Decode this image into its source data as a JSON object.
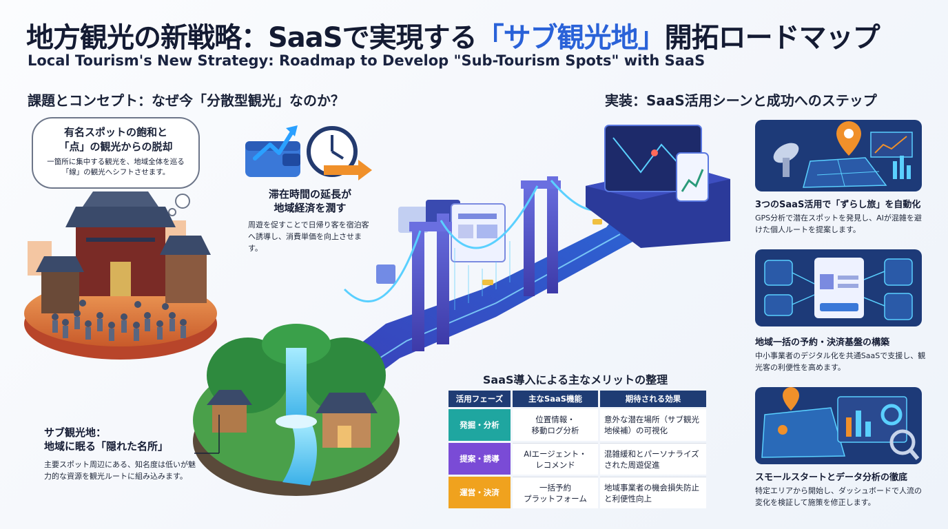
{
  "header": {
    "title_main": "地方観光の新戦略：SaaSで実現する",
    "title_accent": "「サブ観光地」",
    "title_tail": "開拓ロードマップ",
    "subtitle": "Local Tourism's New Strategy: Roadmap to Develop \"Sub-Tourism Spots\" with SaaS"
  },
  "left_section": {
    "heading": "課題とコンセプト：なぜ今「分散型観光」なのか？",
    "bubble": {
      "title_line1": "有名スポットの飽和と",
      "title_line2": "「点」の観光からの脱却",
      "body": "一箇所に集中する観光を、地域全体を巡る「線」の観光へシフトさせます。"
    },
    "stay": {
      "title_line1": "滞在時間の延長が",
      "title_line2": "地域経済を潤す",
      "body": "周遊を促すことで日帰り客を宿泊客へ誘導し、消費単価を向上させます。"
    },
    "sub": {
      "title_line1": "サブ観光地：",
      "title_line2": "地域に眠る「隠れた名所」",
      "body": "主要スポット周辺にある、知名度は低いが魅力的な資源を観光ルートに組み込みます。"
    }
  },
  "right_section": {
    "heading": "実装：SaaS活用シーンと成功へのステップ",
    "cards": [
      {
        "title": "3つのSaaS活用で「ずらし旅」を自動化",
        "body": "GPS分析で潜在スポットを発見し、AIが混雑を避けた個人ルートを提案します。"
      },
      {
        "title": "地域一括の予約・決済基盤の構築",
        "body": "中小事業者のデジタル化を共通SaaSで支援し、観光客の利便性を高めます。"
      },
      {
        "title": "スモールスタートとデータ分析の徹底",
        "body": "特定エリアから開始し、ダッシュボードで人流の変化を検証して施策を修正します。"
      }
    ]
  },
  "merit_table": {
    "title": "SaaS導入による主なメリットの整理",
    "headers": [
      "活用フェーズ",
      "主なSaaS機能",
      "期待される効果"
    ],
    "rows": [
      {
        "phase": "発掘・分析",
        "func_l1": "位置情報・",
        "func_l2": "移動ログ分析",
        "effect": "意外な潜在場所（サブ観光地候補）の可視化",
        "color": "#1fa6a0"
      },
      {
        "phase": "提案・誘導",
        "func_l1": "AIエージェント・",
        "func_l2": "レコメンド",
        "effect": "混雑緩和とパーソナライズされた周遊促進",
        "color": "#7a4bd6"
      },
      {
        "phase": "運営・決済",
        "func_l1": "一括予約",
        "func_l2": "プラットフォーム",
        "effect": "地域事業者の機会損失防止と利便性向上",
        "color": "#f0a21e"
      }
    ]
  },
  "colors": {
    "accent": "#2a62d8",
    "navy": "#1f3c74",
    "teal": "#1fa6a0",
    "purple": "#7a4bd6",
    "orange": "#f0a21e"
  }
}
